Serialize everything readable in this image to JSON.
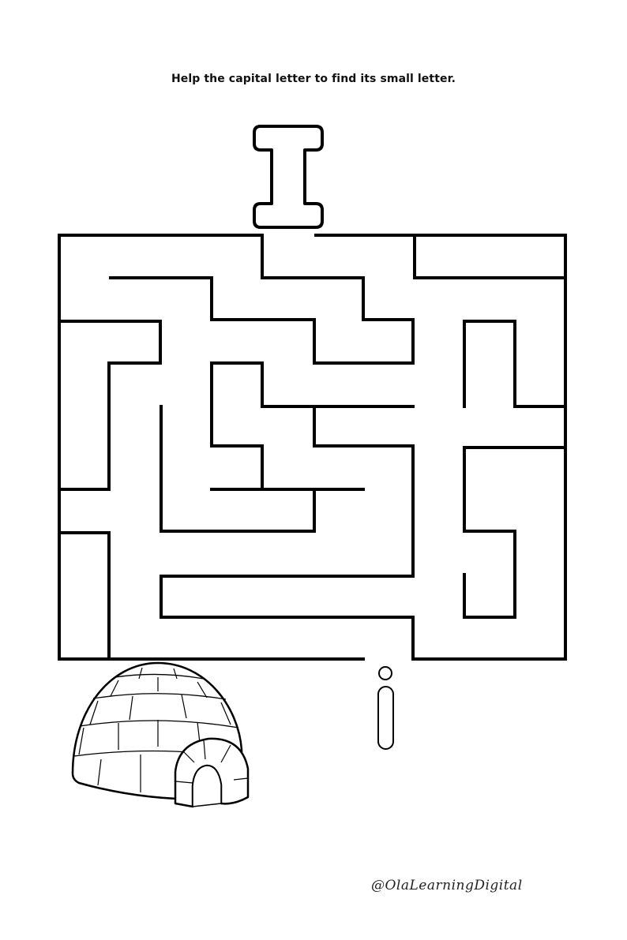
{
  "worksheet": {
    "instruction": "Help the capital letter to find its small letter.",
    "start_letter": "I",
    "end_letter": "i",
    "credit": "@OlaLearningDigital"
  },
  "colors": {
    "ink": "#000000",
    "paper": "#ffffff"
  },
  "icons": [
    "capital-letter-i-icon",
    "small-letter-i-icon",
    "igloo-icon"
  ]
}
